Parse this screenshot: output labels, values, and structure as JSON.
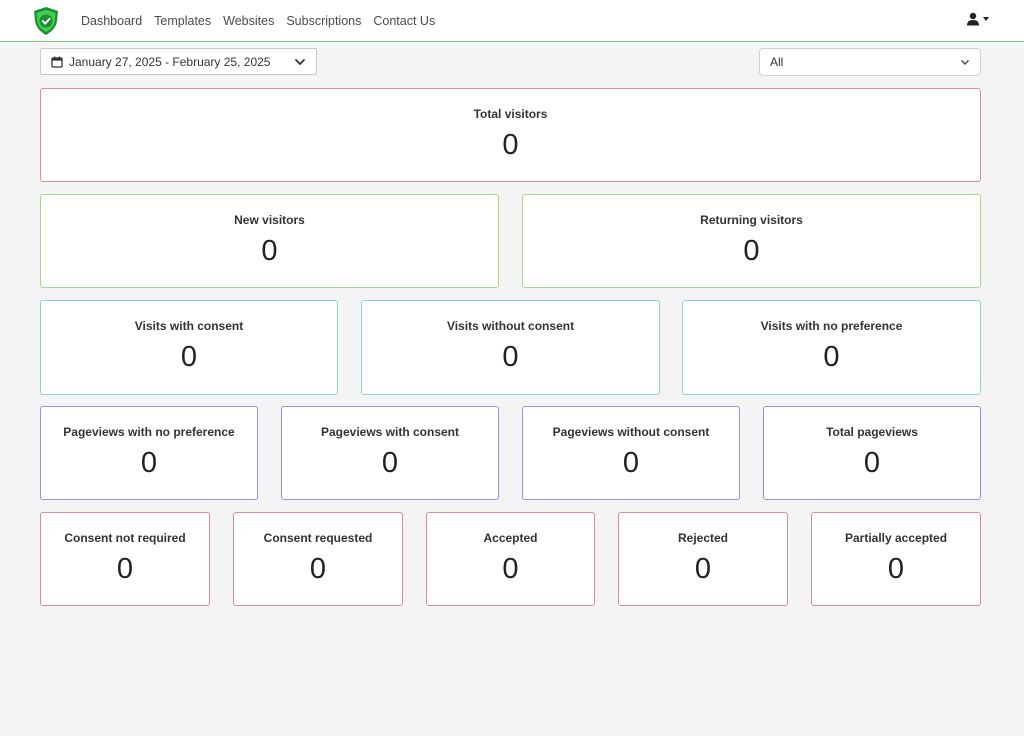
{
  "nav": {
    "links": [
      "Dashboard",
      "Templates",
      "Websites",
      "Subscriptions",
      "Contact Us"
    ]
  },
  "filters": {
    "date_range": "January 27, 2025 - February 25, 2025",
    "site_select": "All"
  },
  "stats": {
    "total_visitors": {
      "label": "Total visitors",
      "value": "0"
    },
    "new_visitors": {
      "label": "New visitors",
      "value": "0"
    },
    "returning_visitors": {
      "label": "Returning visitors",
      "value": "0"
    },
    "visits_with_consent": {
      "label": "Visits with consent",
      "value": "0"
    },
    "visits_without_consent": {
      "label": "Visits without consent",
      "value": "0"
    },
    "visits_no_preference": {
      "label": "Visits with no preference",
      "value": "0"
    },
    "pageviews_no_preference": {
      "label": "Pageviews with no preference",
      "value": "0"
    },
    "pageviews_with_consent": {
      "label": "Pageviews with consent",
      "value": "0"
    },
    "pageviews_without_consent": {
      "label": "Pageviews without consent",
      "value": "0"
    },
    "total_pageviews": {
      "label": "Total pageviews",
      "value": "0"
    },
    "consent_not_required": {
      "label": "Consent not required",
      "value": "0"
    },
    "consent_requested": {
      "label": "Consent requested",
      "value": "0"
    },
    "accepted": {
      "label": "Accepted",
      "value": "0"
    },
    "rejected": {
      "label": "Rejected",
      "value": "0"
    },
    "partially_accepted": {
      "label": "Partially accepted",
      "value": "0"
    }
  },
  "colors": {
    "brand_green": "#2fb344",
    "nav_border": "#7ccf7c",
    "red_border": "#e08c8c",
    "green_border": "#a6d88a",
    "teal_border": "#8ed3d8",
    "purple_border": "#9d8fe0"
  },
  "icons": {
    "logo": "shield-check-icon",
    "user": "user-icon",
    "calendar": "calendar-icon",
    "chevron": "chevron-down-icon"
  }
}
